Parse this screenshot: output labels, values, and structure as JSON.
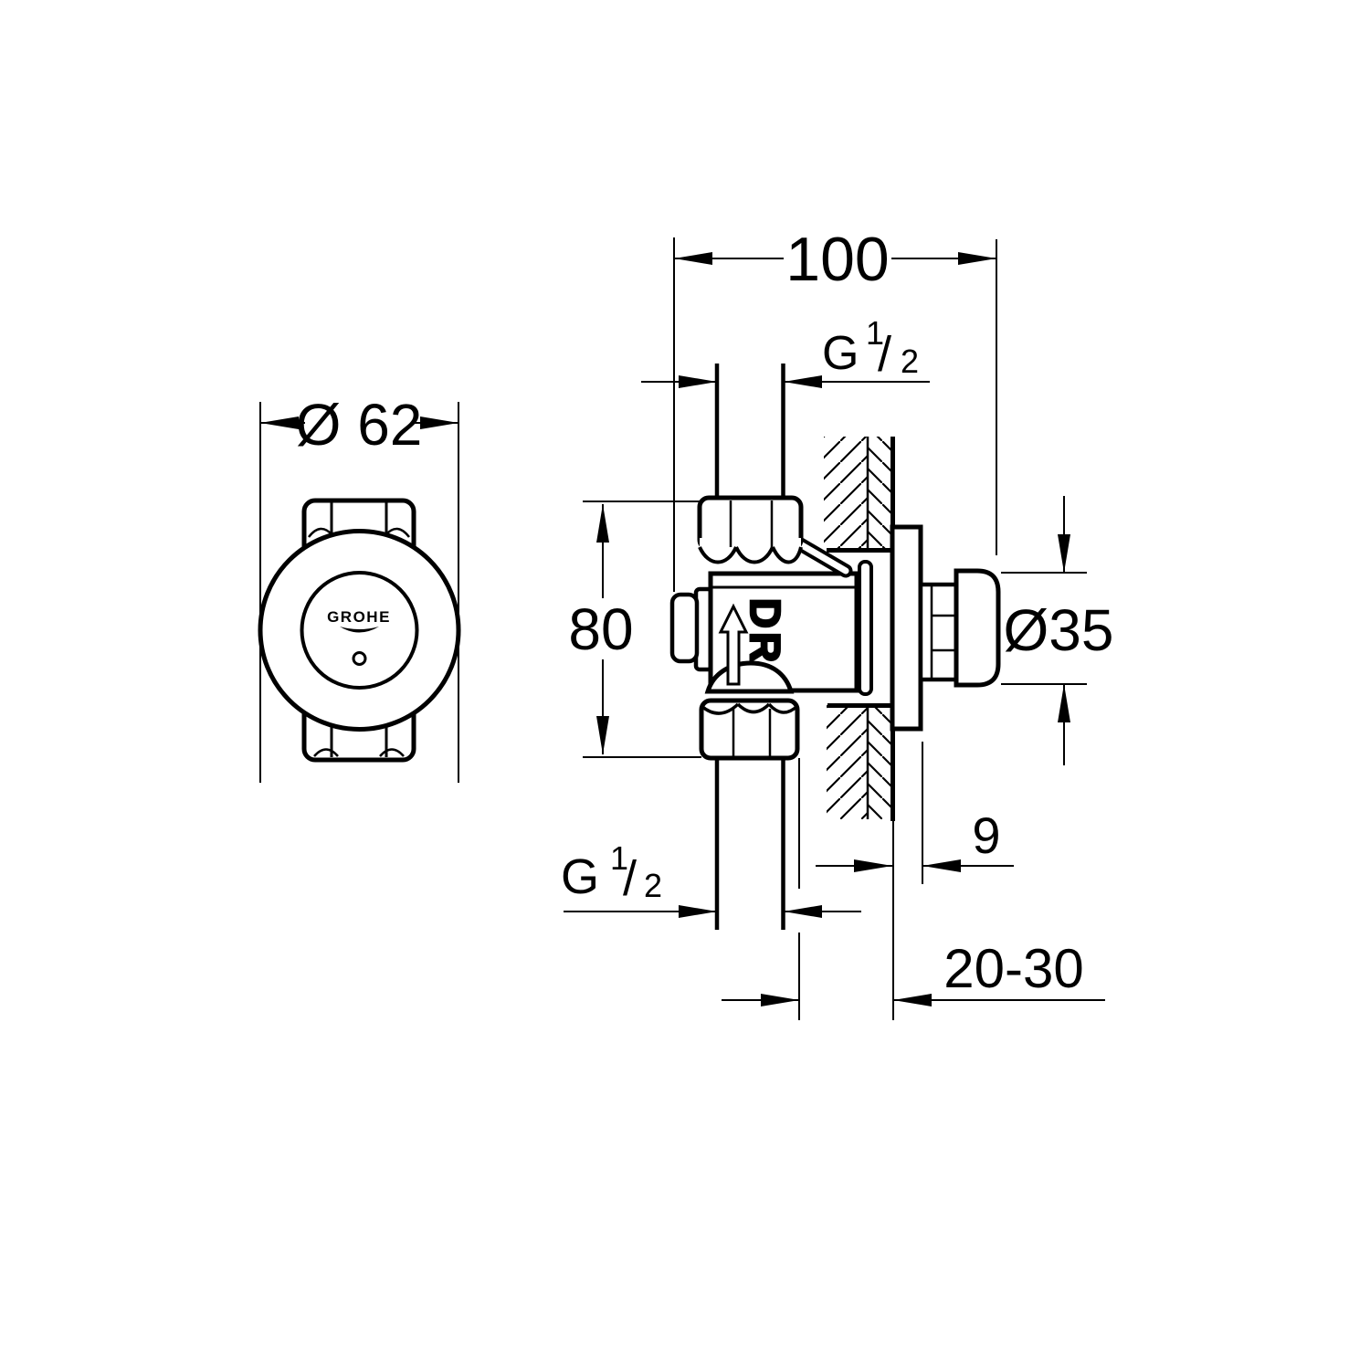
{
  "drawing": {
    "background_color": "#ffffff",
    "line_color": "#000000"
  },
  "front_view": {
    "logo_text": "GROHE",
    "diameter_dim": "Ø 62"
  },
  "section_view": {
    "width_dim": "100",
    "height_dim": "80",
    "button_diameter_dim": "Ø35",
    "wall_offset_dim": "9",
    "mounting_depth_dim": "20-30",
    "flow_marking": "DR",
    "top_thread": {
      "prefix": "G",
      "numerator": "1",
      "slash": "/",
      "denominator": "2"
    },
    "bottom_thread": {
      "prefix": "G",
      "numerator": "1",
      "slash": "/",
      "denominator": "2"
    }
  }
}
